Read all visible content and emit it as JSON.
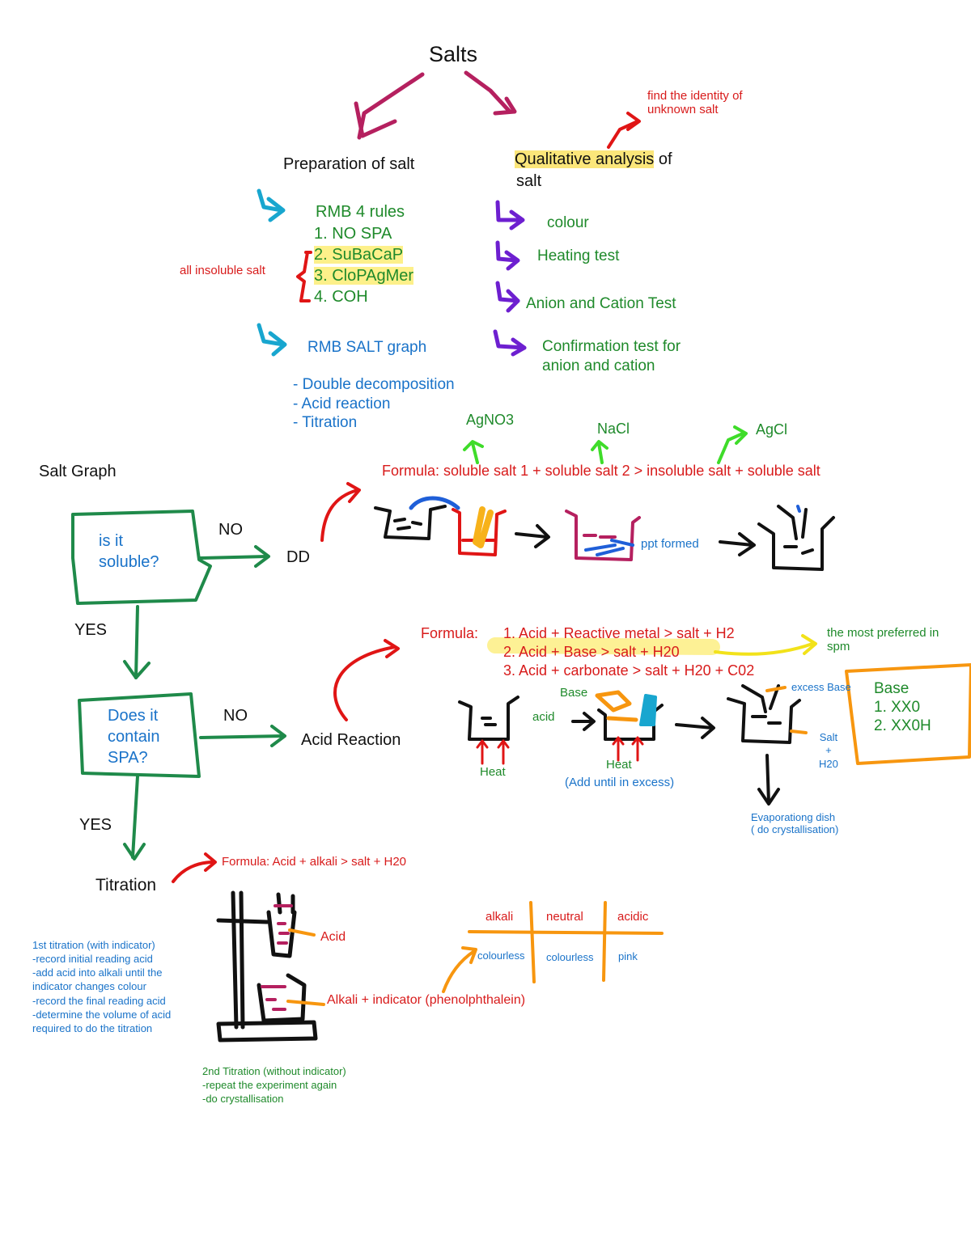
{
  "title": "Salts",
  "preparation": {
    "heading": "Preparation of salt",
    "rmb_rules_title": "RMB 4 rules",
    "rules": [
      "1. NO SPA",
      "2. SuBaCaP",
      "3. CloPAgMer",
      "4. COH"
    ],
    "bracket_note": "all insoluble salt",
    "graph_label": "RMB SALT graph",
    "methods": [
      "- Double decomposition",
      "- Acid reaction",
      "- Titration"
    ]
  },
  "qualitative": {
    "heading_highlight": "Qualitative analysis",
    "heading_rest": " of",
    "heading_line2": "salt",
    "purpose": "find the identity of\nunknown salt",
    "steps": [
      "colour",
      "Heating test",
      "Anion and Cation Test",
      "Confirmation test for\nanion and cation"
    ]
  },
  "salt_graph": {
    "heading": "Salt Graph",
    "q1": "is it\nsoluble?",
    "q1_no": "NO",
    "q1_yes": "YES",
    "dd": "DD",
    "q2": "Does it\ncontain\nSPA?",
    "q2_no": "NO",
    "q2_yes": "YES",
    "acid_reaction": "Acid Reaction",
    "titration": "Titration"
  },
  "double_decomposition": {
    "formula": "Formula: soluble salt 1 + soluble salt 2 > insoluble salt + soluble salt",
    "labels": [
      "AgNO3",
      "NaCl",
      "AgCl"
    ],
    "ppt": "ppt formed"
  },
  "acid_reaction": {
    "formula_label": "Formula:",
    "formulas": [
      "1. Acid + Reactive metal > salt + H2",
      "2. Acid + Base > salt + H20",
      "3. Acid + carbonate > salt + H20 + C02"
    ],
    "preferred": "the most preferred in\nspm",
    "base_label": "Base",
    "acid_label": "acid",
    "heat1": "Heat",
    "heat2": "Heat",
    "add_excess": "(Add until in excess)",
    "excess_base": "excess Base",
    "salt_h2o": "Salt\n+\nH20",
    "evaporating": "Evaporationg dish\n( do crystallisation)",
    "base_box_title": "Base",
    "base_box_items": [
      "1. XX0",
      "2. XX0H"
    ]
  },
  "titration": {
    "formula": "Formula: Acid + alkali > salt + H20",
    "acid": "Acid",
    "alkali": "Alkali + indicator (phenolphthalein)",
    "first": "1st titration (with indicator)\n-record initial reading acid\n-add acid into alkali until the\nindicator changes colour\n-record the final reading acid\n-determine the volume of acid\nrequired to do the titration",
    "second": "2nd Titration (without indicator)\n-repeat the experiment again\n-do crystallisation",
    "table_headers": [
      "alkali",
      "neutral",
      "acidic"
    ],
    "table_values": [
      "colourless",
      "colourless",
      "pink"
    ]
  },
  "colors": {
    "magenta": "#b5205f",
    "cyan": "#18a6cf",
    "purple": "#6d1fd0",
    "green_ink": "#1f8a4a",
    "red_ink": "#e01515",
    "orange": "#f7960f",
    "yellow_hl": "#fdf08a"
  }
}
